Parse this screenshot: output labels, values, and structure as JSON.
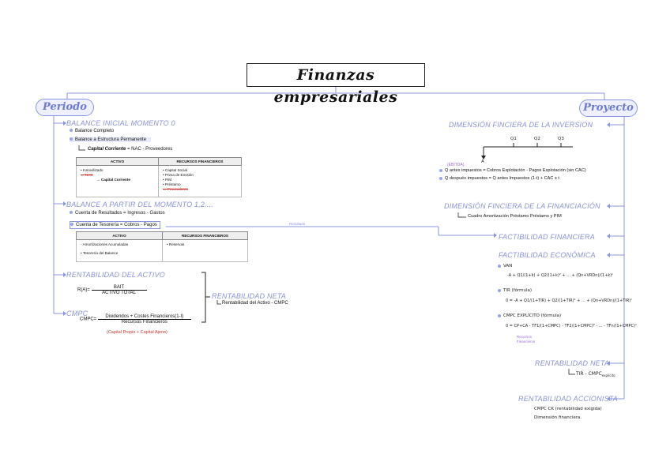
{
  "title": "Finanzas empresariales",
  "left": {
    "tag": "Periodo",
    "balance_inicial": {
      "header": "BALANCE INICIAL MOMENTO 0",
      "items": [
        "Balance Completo",
        "Balance a Estructura Permanente"
      ],
      "capital_corriente_label": "Capital Corriente",
      "capital_corriente_formula": "= NAC - Proveedores",
      "table": {
        "col_activo": "ACTIVO",
        "col_recursos": "RECURSOS FINANCIEROS",
        "activo_items": [
          "Inmovilizado",
          "NAC",
          "Capital Corriente"
        ],
        "recursos_items": [
          "Capital Social",
          "Prima de Emisión",
          "PIM",
          "Préstamo",
          "Proveedores"
        ]
      }
    },
    "balance_partir": {
      "header": "BALANCE A PARTIR DEL MOMENTO 1,2....",
      "items": [
        "Cuenta de Resultados = Ingresos - Gastos",
        "Cuenta de Tesorería = Cobros - Pagos"
      ],
      "resultado_label": "Resultado",
      "table": {
        "col_activo": "ACTIVO",
        "col_recursos": "RECURSOS FINANCIEROS",
        "activo_items": [
          "Amortizaciones Acumuladas",
          "Tesorería del Balance"
        ],
        "recursos_items": [
          "Reservas"
        ]
      }
    },
    "rentabilidad_activo": {
      "header": "RENTABILIDAD DEL ACTIVO",
      "lhs": "R(A)=",
      "num": "BAIT",
      "den": "ACTIVO TOTAL"
    },
    "cmpc": {
      "header": "CMPC",
      "lhs": "CMPC=",
      "num": "Dividendos + Costes Financieros(1-t)",
      "den": "Recursos Financieros",
      "note": "(Capital Propio + Capital Ajeno)"
    },
    "rentabilidad_neta": {
      "header": "RENTABILIDAD NETA",
      "formula": "Rentabilidad del Activo - CMPC"
    }
  },
  "right": {
    "tag": "Proyecto",
    "dim_inversion": {
      "header": "DIMENSIÓN FINCIERA DE LA INVERSION",
      "timeline_labels": [
        "Q1",
        "Q2",
        "Q3"
      ],
      "timeline_origin": "A",
      "ebitda": "(EBITDA)",
      "q_antes": "Q antes impuestos = Cobros Explotación - Pagos Explotación (sin CAC)",
      "q_despues": "Q después impuestos = Q antes Impuestos (1-t) + CAC x t"
    },
    "dim_financiacion": {
      "header": "DIMENSIÓN FINCIERA DE LA FINANCIACIÓN",
      "item": "Cuadro Amortización Préstamo Préstamo y PIM"
    },
    "factibilidad_financiera": "FACTIBILIDAD FINANCIERA",
    "factibilidad_economica": {
      "header": "FACTIBILIDAD ECONÓMICA",
      "van_label": "VAN",
      "van_formula": "-A + Q1/(1+k) + Q2/(1+k)² + ... + (Qn+VRDn)/(1+k)ⁿ",
      "tir_label": "TIR (fórmula)",
      "tir_formula": "0 = -A + Q1/(1+TIR) + Q2/(1+TIR)² + ... + (Qn+VRDn)/(1+TIR)ⁿ",
      "cmpc_label": "CMPC EXPLÍCITO (fórmula)",
      "cmpc_formula": "0 = CP+CA - TF1/(1+CMPC) - TF2/(1+CMPC)² - ... - TFn/(1+CMPC)ⁿ",
      "cmpc_note": "Recursos Financieros"
    },
    "rentabilidad_neta": {
      "header": "RENTABILIDAD NETA",
      "formula": "TIR - CMPC",
      "sub": "explícito"
    },
    "rentabilidad_accionista": {
      "header": "RENTABILIDAD ACCIONISTA",
      "lines": [
        "CMPC CK (rentabilidad exigida)",
        "Dimensión financiera."
      ]
    }
  }
}
